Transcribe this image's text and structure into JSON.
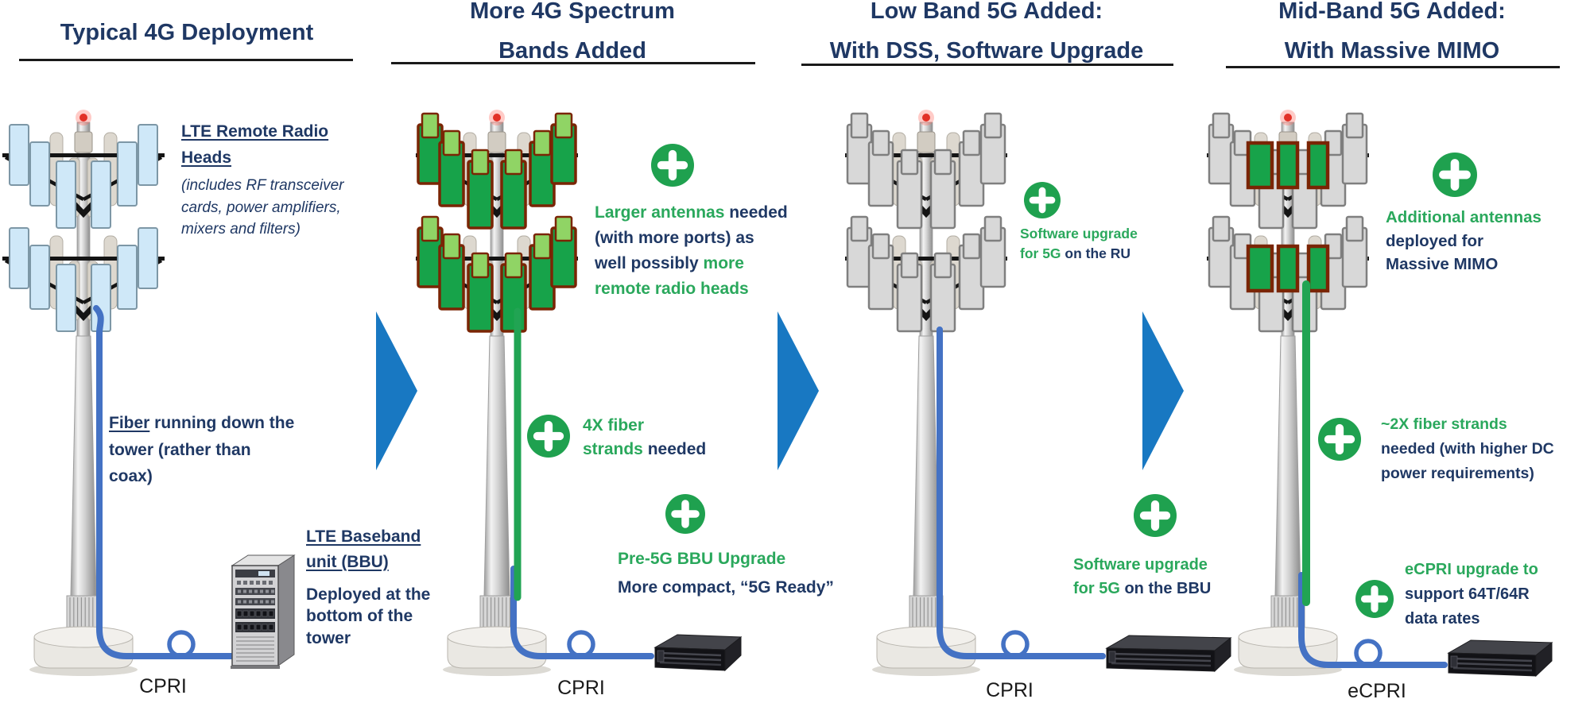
{
  "colors": {
    "navy": "#1f3864",
    "text_green": "#2aa85c",
    "plus_green": "#1fa14f",
    "arrow_blue": "#1878c2",
    "cable_blue": "#4472c4",
    "cable_green": "#21a453",
    "antenna_blue": "#cfe8f8",
    "antenna_green": "#17a34a",
    "antenna_green_light": "#90d465",
    "antenna_gray": "#d8d8d8",
    "antenna_border": "#7a2504",
    "structure_black": "#141414",
    "label_black": "#1a1a1a"
  },
  "icons": {
    "plus": "plus-in-circle",
    "arrow": "right-pointing-triangle",
    "beacon": "red-tower-beacon"
  },
  "panels": [
    {
      "id": "typical-4g",
      "title_lines": [
        "Typical 4G Deployment"
      ],
      "tower": "lte-tower-blue-antennas",
      "cable_label": "CPRI",
      "server": "tower-bbu-server",
      "annotations": {
        "rrh_heading": [
          [
            {
              "t": "LTE Remote Radio",
              "s": "n b u"
            }
          ],
          [
            {
              "t": "Heads",
              "s": "n b u"
            }
          ]
        ],
        "rrh_detail": [
          [
            {
              "t": "(includes RF transceiver",
              "s": "n i"
            }
          ],
          [
            {
              "t": "cards, power amplifiers,",
              "s": "n i"
            }
          ],
          [
            {
              "t": "mixers and filters)",
              "s": "n i"
            }
          ]
        ],
        "fiber": [
          [
            {
              "t": "Fiber",
              "s": "n b u"
            },
            {
              "t": " running down the",
              "s": "n b"
            }
          ],
          [
            {
              "t": "tower (rather than",
              "s": "n b"
            }
          ],
          [
            {
              "t": "coax)",
              "s": "n b"
            }
          ]
        ],
        "bbu_heading": [
          [
            {
              "t": "LTE Baseband",
              "s": "n b u"
            }
          ],
          [
            {
              "t": "unit (BBU)",
              "s": "n b u"
            }
          ]
        ],
        "bbu_detail": [
          [
            {
              "t": "Deployed at the",
              "s": "n b"
            }
          ],
          [
            {
              "t": "bottom of the",
              "s": "n b"
            }
          ],
          [
            {
              "t": "tower",
              "s": "n b"
            }
          ]
        ]
      }
    },
    {
      "id": "more-4g-spectrum",
      "title_lines": [
        "More 4G Spectrum",
        "Bands Added"
      ],
      "tower": "tower-green-antennas",
      "cable_label": "CPRI",
      "server": "rack-bbu-server",
      "annotations": {
        "larger_antennas": [
          [
            {
              "t": "Larger antennas",
              "s": "g b"
            },
            {
              "t": " needed",
              "s": "n b"
            }
          ],
          [
            {
              "t": "(with more ports) as",
              "s": "n b"
            }
          ],
          [
            {
              "t": "well possibly ",
              "s": "n b"
            },
            {
              "t": "more",
              "s": "g b"
            }
          ],
          [
            {
              "t": "remote radio heads",
              "s": "g b"
            }
          ]
        ],
        "fiber_strands": [
          [
            {
              "t": "4X fiber",
              "s": "g b"
            }
          ],
          [
            {
              "t": "strands",
              "s": "g b"
            },
            {
              "t": " needed",
              "s": "n b"
            }
          ]
        ],
        "bbu_upgrade": [
          [
            {
              "t": "Pre-5G BBU Upgrade",
              "s": "g b"
            }
          ],
          [
            {
              "t": "More compact, “5G Ready”",
              "s": "n b"
            }
          ]
        ]
      }
    },
    {
      "id": "low-band-5g",
      "title_lines": [
        "Low Band 5G Added:",
        "With DSS, Software Upgrade"
      ],
      "tower": "tower-gray-antennas",
      "cable_label": "CPRI",
      "server": "rack-bbu-server",
      "annotations": {
        "ru_upgrade": [
          [
            {
              "t": "Software upgrade",
              "s": "g b"
            }
          ],
          [
            {
              "t": "for 5G ",
              "s": "g b"
            },
            {
              "t": "on the RU",
              "s": "n b"
            }
          ]
        ],
        "bbu_upgrade": [
          [
            {
              "t": "Software upgrade",
              "s": "g b"
            }
          ],
          [
            {
              "t": "for 5G ",
              "s": "g b"
            },
            {
              "t": "on the BBU",
              "s": "n b"
            }
          ]
        ]
      }
    },
    {
      "id": "mid-band-5g",
      "title_lines": [
        "Mid-Band 5G Added:",
        "With Massive MIMO"
      ],
      "tower": "tower-massive-mimo",
      "cable_label": "eCPRI",
      "server": "rack-bbu-server",
      "annotations": {
        "additional_antennas": [
          [
            {
              "t": "Additional antennas",
              "s": "g b"
            }
          ],
          [
            {
              "t": "deployed for",
              "s": "n b"
            }
          ],
          [
            {
              "t": "Massive MIMO",
              "s": "n b"
            }
          ]
        ],
        "fiber_strands": [
          [
            {
              "t": "~2X fiber strands",
              "s": "g b"
            }
          ],
          [
            {
              "t": "needed (with higher DC",
              "s": "n b"
            }
          ],
          [
            {
              "t": "power requirements)",
              "s": "n b"
            }
          ]
        ],
        "ecpri_upgrade": [
          [
            {
              "t": "eCPRI upgrade to",
              "s": "g b"
            }
          ],
          [
            {
              "t": "support 64T/64R",
              "s": "n b"
            }
          ],
          [
            {
              "t": "data rates",
              "s": "n b"
            }
          ]
        ]
      }
    }
  ]
}
